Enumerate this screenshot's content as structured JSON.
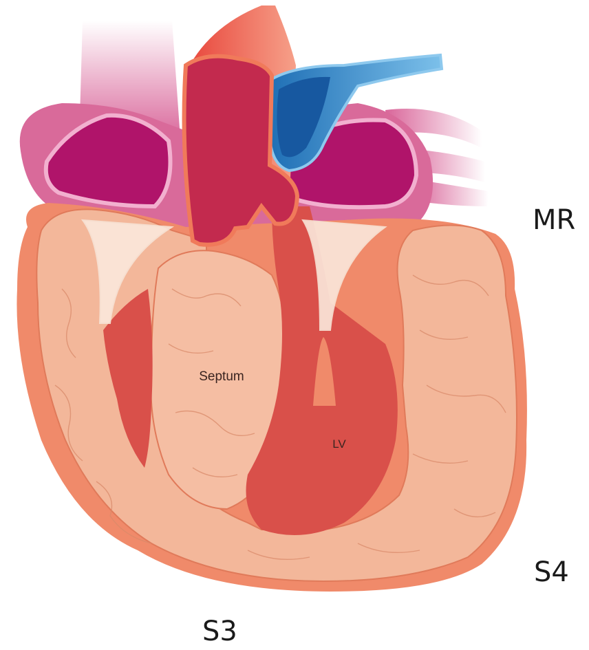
{
  "diagram": {
    "inner_labels": {
      "septum": "Septum",
      "lv": "LV"
    },
    "side_labels": {
      "mr": "MR",
      "s4": "S4",
      "s3": "S3"
    }
  },
  "colors": {
    "myocardium": "#f3b79a",
    "myocardium_edge": "#e07a5a",
    "epicardium": "#f08a6a",
    "chamber": "#d9504a",
    "atrium_outer": "#d96a9a",
    "atrium_inner": "#b0146a",
    "aorta": "#c32a4e",
    "aorta_outline": "#f07a5a",
    "pulmonary": "#1f6fb5",
    "pulmonary_light": "#4aa3dc"
  }
}
